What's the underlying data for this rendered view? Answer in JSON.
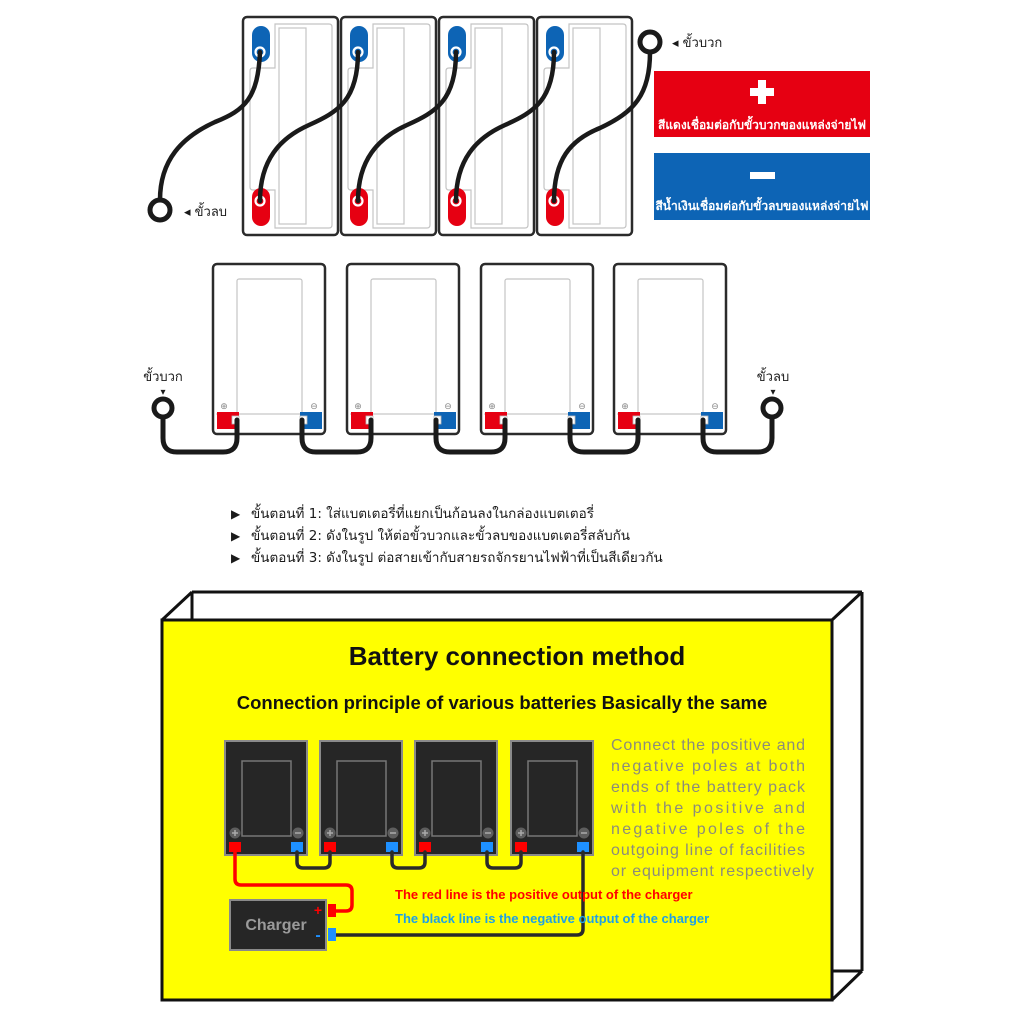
{
  "colors": {
    "positive_red": "#E60012",
    "negative_blue": "#0D64B5",
    "panel_yellow": "#FFFF00",
    "yellow_red": "#FF0000",
    "yellow_blue": "#1E90FF",
    "note_blue": "#1EA0E6",
    "cable": "#1a1a1a"
  },
  "top_diagram": {
    "battery_count": 4,
    "negative_ring_label": "◂ ขั้วลบ",
    "positive_ring_label": "◂ ขั้วบวก",
    "legend": [
      {
        "symbol": "plus",
        "text": "สีแดงเชื่อมต่อกับขั้วบวกของแหล่งจ่ายไฟ"
      },
      {
        "symbol": "minus",
        "text": "สีน้ำเงินเชื่อมต่อกับขั้วลบของแหล่งจ่ายไฟ"
      }
    ]
  },
  "middle_diagram": {
    "battery_count": 4,
    "positive_ring_label": "ขั้วบวก",
    "negative_ring_label": "ขั้วลบ",
    "pointer": "▾",
    "plus_symbol": "⊕",
    "minus_symbol": "⊖"
  },
  "steps": {
    "bullet": "▶",
    "items": [
      "ขั้นตอนที่ 1: ใส่แบตเตอรี่ที่แยกเป็นก้อนลงในกล่องแบตเตอรี่",
      "ขั้นตอนที่ 2: ดังในรูป ให้ต่อขั้วบวกและขั้วลบของแบตเตอรี่สลับกัน",
      "ขั้นตอนที่ 3: ดังในรูป ต่อสายเข้ากับสายรถจักรยานไฟฟ้าที่เป็นสีเดียวกัน"
    ]
  },
  "yellow_panel": {
    "title": "Battery connection method",
    "subtitle": "Connection principle of various batteries Basically the same",
    "battery_count": 4,
    "description_lines": [
      "Connect the positive and",
      "negative poles at both",
      "ends of the battery pack",
      "with the positive and",
      "negative poles of the",
      "outgoing line of facilities",
      "or equipment respectively"
    ],
    "charger": {
      "label": "Charger",
      "plus": "+",
      "minus": "-"
    },
    "red_line_note": "The  red  line  is  the  positive output of the charger",
    "black_line_note": "The black line is the negative output of the charger"
  }
}
